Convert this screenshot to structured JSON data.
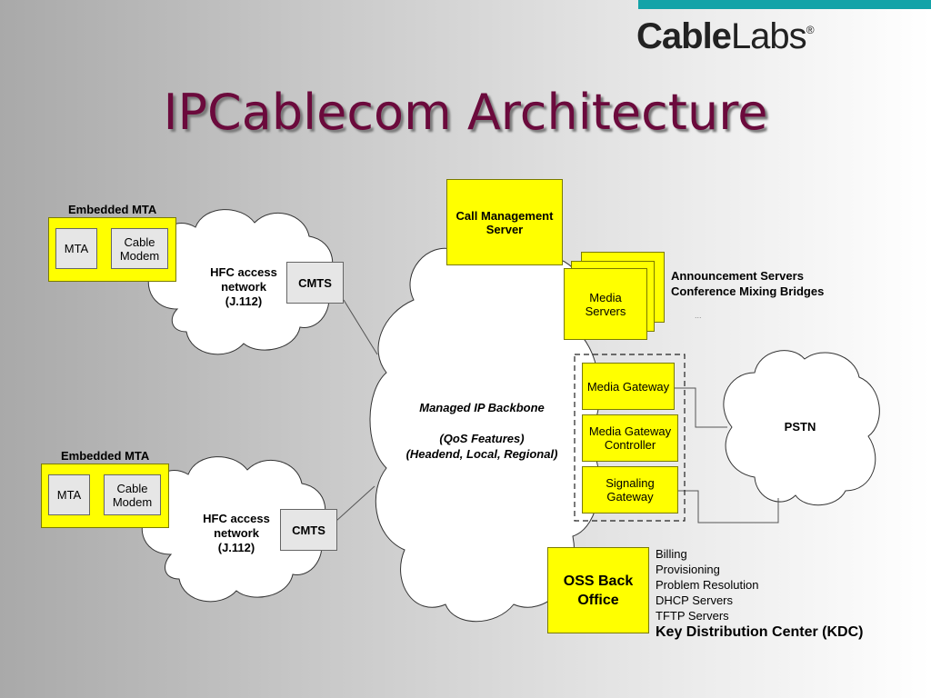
{
  "title": "IPCablecom Architecture",
  "logo": {
    "bold": "Cable",
    "regular": "Labs",
    "mark": "®"
  },
  "embedded_mta_1": {
    "label": "Embedded MTA",
    "mta": "MTA",
    "modem": "Cable\nModem"
  },
  "embedded_mta_2": {
    "label": "Embedded MTA",
    "mta": "MTA",
    "modem": "Cable\nModem"
  },
  "hfc_1": {
    "text": "HFC access\nnetwork\n(J.112)",
    "cmts": "CMTS"
  },
  "hfc_2": {
    "text": "HFC access\nnetwork\n(J.112)",
    "cmts": "CMTS"
  },
  "call_management_server": "Call Management\nServer",
  "media_servers": {
    "label": "Media\nServers",
    "notes": "Announcement Servers\nConference Mixing Bridges",
    "ellipsis": "..."
  },
  "backbone": {
    "line1": "Managed IP Backbone",
    "line2": "(QoS Features)",
    "line3": "(Headend, Local, Regional)"
  },
  "gateways": {
    "media_gateway": "Media Gateway",
    "media_gateway_controller": "Media Gateway\nController",
    "signaling_gateway": "Signaling\nGateway"
  },
  "pstn": "PSTN",
  "oss": {
    "label": "OSS Back\nOffice",
    "items": [
      "Billing",
      "Provisioning",
      "Problem Resolution",
      "DHCP Servers",
      "TFTP Servers"
    ],
    "kdc": "Key Distribution Center (KDC)"
  },
  "colors": {
    "title": "#6b0a3c",
    "box": "#ffff00",
    "bar": "#13a3a8"
  }
}
